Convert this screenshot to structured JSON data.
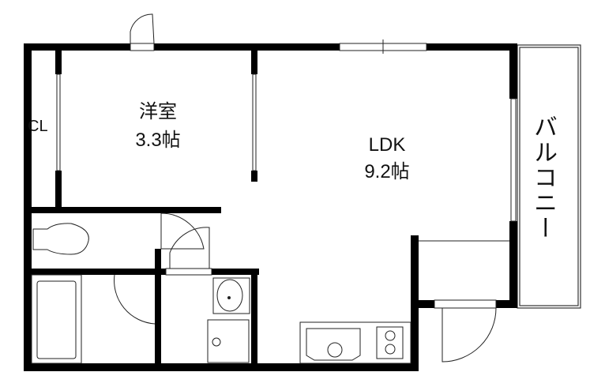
{
  "rooms": {
    "western_room": {
      "name": "洋室",
      "size": "3.3帖"
    },
    "ldk": {
      "name": "LDK",
      "size": "9.2帖"
    },
    "closet": {
      "name": "CL"
    },
    "balcony": {
      "name": "バルコニー"
    }
  },
  "colors": {
    "wall": "#000000",
    "line": "#222222",
    "background": "#ffffff"
  }
}
